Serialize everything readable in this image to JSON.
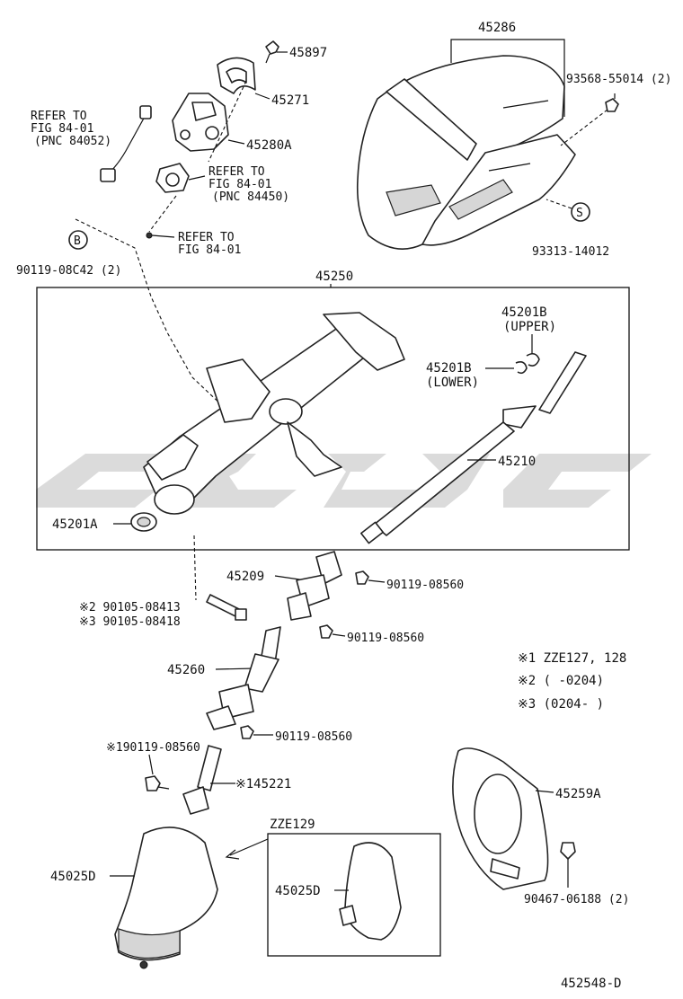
{
  "labels": {
    "p45897": "45897",
    "p45271": "45271",
    "p45280a": "45280A",
    "refer1_a": "REFER TO",
    "refer1_b": "FIG 84-01",
    "refer1_c": "(PNC 84052)",
    "refer2_a": "REFER TO",
    "refer2_b": "FIG 84-01",
    "refer2_c": "(PNC 84450)",
    "refer3_a": "REFER TO",
    "refer3_b": "FIG 84-01",
    "b_mark": "B",
    "p90119_08c42": "90119-08C42 (2)",
    "p45286": "45286",
    "p93568": "93568-55014 (2)",
    "s_mark": "S",
    "p93313": "93313-14012",
    "p45250": "45250",
    "p45201b_u": "45201B",
    "upper": "(UPPER)",
    "p45201b_l": "45201B",
    "lower": "(LOWER)",
    "p45210": "45210",
    "p45201a": "45201A",
    "p45209": "45209",
    "p90119_08560_a": "90119-08560",
    "p90105_2": "※2 90105-08413",
    "p90105_3": "※3 90105-08418",
    "p90119_08560_b": "90119-08560",
    "p45260": "45260",
    "note1": "※1  ZZE127, 128",
    "note2": "※2 (      -0204)",
    "note3": "※3 (0204-      )",
    "p90119_08560_c": "90119-08560",
    "p90119_08560_d": "※190119-08560",
    "p45221": "※145221",
    "p45259a": "45259A",
    "zze129": "ZZE129",
    "p45025d_a": "45025D",
    "p45025d_b": "45025D",
    "p90467": "90467-06188 (2)",
    "fig_code": "452548-D"
  }
}
